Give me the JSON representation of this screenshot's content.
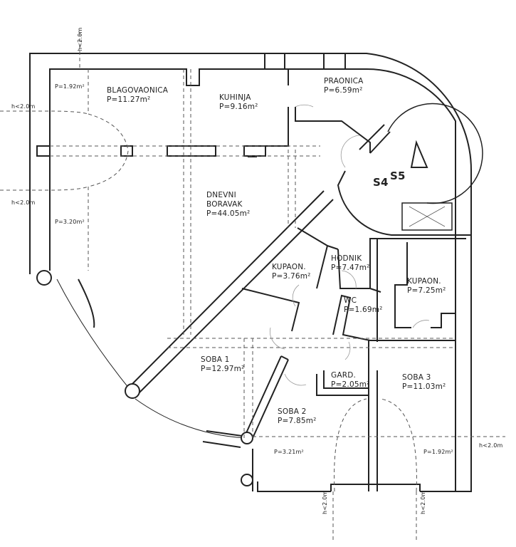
{
  "rooms": {
    "blagovaonica": {
      "name": "BLAGOVAONICA",
      "area": "P=11.27m²"
    },
    "kuhinja": {
      "name": "KUHINJA",
      "area": "P=9.16m²"
    },
    "praonica": {
      "name": "PRAONICA",
      "area": "P=6.59m²"
    },
    "dnevni_boravak": {
      "name1": "DNEVNI",
      "name2": "BORAVAK",
      "area": "P=44.05m²"
    },
    "kupaon_1": {
      "name": "KUPAON.",
      "area": "P=3.76m²"
    },
    "hodnik": {
      "name": "HODNIK",
      "area": "P=7.47m²"
    },
    "wc": {
      "name": "WC",
      "area": "P=1.69m²"
    },
    "kupaon_2": {
      "name": "KUPAON.",
      "area": "P=7.25m²"
    },
    "soba1": {
      "name": "SOBA 1",
      "area": "P=12.97m²"
    },
    "gard": {
      "name": "GARD.",
      "area": "P=2.05m²"
    },
    "soba3": {
      "name": "SOBA 3",
      "area": "P=11.03m²"
    },
    "soba2": {
      "name": "SOBA 2",
      "area": "P=7.85m²"
    }
  },
  "low_areas": {
    "top_left": "P=1.92m²",
    "mid_left": "P=3.20m²",
    "bottom_mid": "P=3.21m²",
    "bottom_right": "P=1.92m²"
  },
  "height_notes": {
    "top": "h<2.0m",
    "left_upper": "h<2.0m",
    "left_lower": "h<2.0m",
    "right": "h<2.0m",
    "bottom_left": "h<2.0m",
    "bottom_right": "h<2.0m"
  },
  "stairs": {
    "s4": "S4",
    "s5": "S5"
  }
}
